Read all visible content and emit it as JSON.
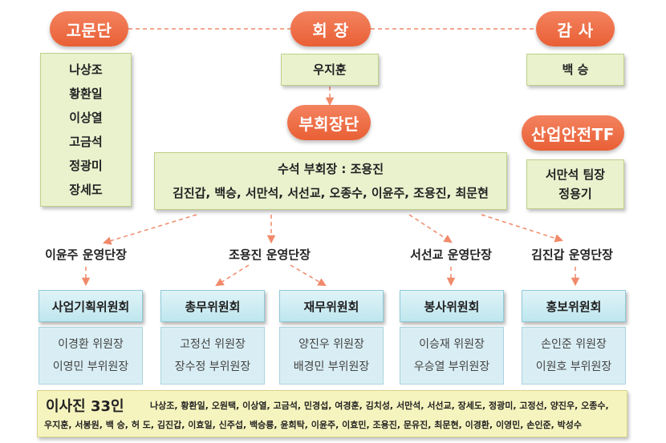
{
  "top": {
    "advisors_label": "고문단",
    "president_label": "회 장",
    "auditor_label": "감 사"
  },
  "advisors": [
    "나상조",
    "황환일",
    "이상열",
    "고금석",
    "정광미",
    "장세도"
  ],
  "president": {
    "name": "우지훈"
  },
  "auditor": {
    "name": "백 승"
  },
  "vice_group": {
    "label": "부회장단",
    "senior": "수석 부회장 : 조용진",
    "members": "김진갑, 백승, 서만석, 서선교, 오종수, 이윤주, 조용진, 최문현"
  },
  "safety_tf": {
    "label": "산업안전TF",
    "lead": "서만석 팀장",
    "member": "정용기"
  },
  "leads": [
    "이윤주 운영단장",
    "조용진 운영단장",
    "서선교 운영단장",
    "김진갑 운영단장"
  ],
  "committees": [
    {
      "name": "사업기획위원회",
      "chair": "이경환 위원장",
      "vice": "이영민 부위원장"
    },
    {
      "name": "총무위원회",
      "chair": "고정선 위원장",
      "vice": "장수정 부위원장"
    },
    {
      "name": "재무위원회",
      "chair": "양진우 위원장",
      "vice": "배경민 부위원장"
    },
    {
      "name": "봉사위원회",
      "chair": "이승재 위원장",
      "vice": "우승열 부위원장"
    },
    {
      "name": "홍보위원회",
      "chair": "손인준 위원장",
      "vice": "이원호 부위원장"
    }
  ],
  "board": {
    "title": "이사진 33인",
    "line1": "나상조, 황환일, 오원택, 이상열, 고금석, 민경섭, 여경훈, 김치성, 서만석, 서선교, 장세도, 정광미, 고정선, 양진우, 오종수,",
    "line2": "우지훈, 서봉원, 백  승, 허  도, 김진갑, 이효일, 신주섭, 백승룡, 윤희탁, 이윤주, 이효민, 조용진, 문유진, 최문현, 이경환, 이영민, 손인준, 박성수"
  },
  "colors": {
    "pill": "#e95f35",
    "green_box": "#e9f1cd",
    "committee_box": "#bfe6ee",
    "staff_box": "#d9eef4",
    "board_box": "#f6f4be",
    "connector": "#f08a6a"
  }
}
